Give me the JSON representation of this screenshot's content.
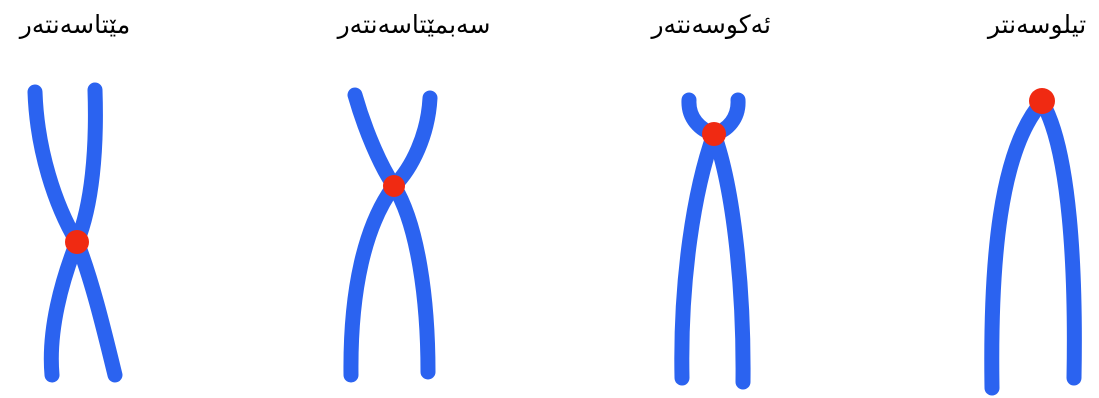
{
  "chromosome_types": [
    {
      "label": "مێتاسەنتەر"
    },
    {
      "label": "سەبمێتاسەنتەر"
    },
    {
      "label": "ئەکوسەنتەر"
    },
    {
      "label": "تیلوسەنتر"
    }
  ],
  "colors": {
    "chromatid": "#2b63f0",
    "centromere": "#f02a12",
    "background": "#ffffff",
    "text": "#000000"
  }
}
